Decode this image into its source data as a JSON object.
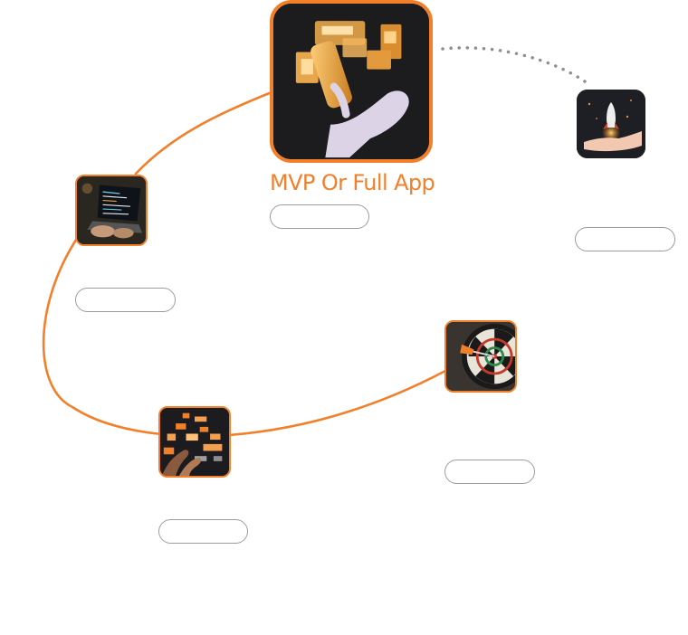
{
  "accent_color": "#f27f2a",
  "steps": [
    {
      "id": "mvp",
      "title": "MVP Or Full App",
      "button_label": "",
      "icon": "phone-in-hand-icon"
    },
    {
      "id": "launch",
      "title": "",
      "button_label": "",
      "icon": "rocket-in-hand-icon"
    },
    {
      "id": "development",
      "title": "",
      "button_label": "",
      "icon": "laptop-code-icon"
    },
    {
      "id": "design",
      "title": "",
      "button_label": "",
      "icon": "hands-pixels-icon"
    },
    {
      "id": "target",
      "title": "",
      "button_label": "",
      "icon": "dartboard-icon"
    }
  ]
}
